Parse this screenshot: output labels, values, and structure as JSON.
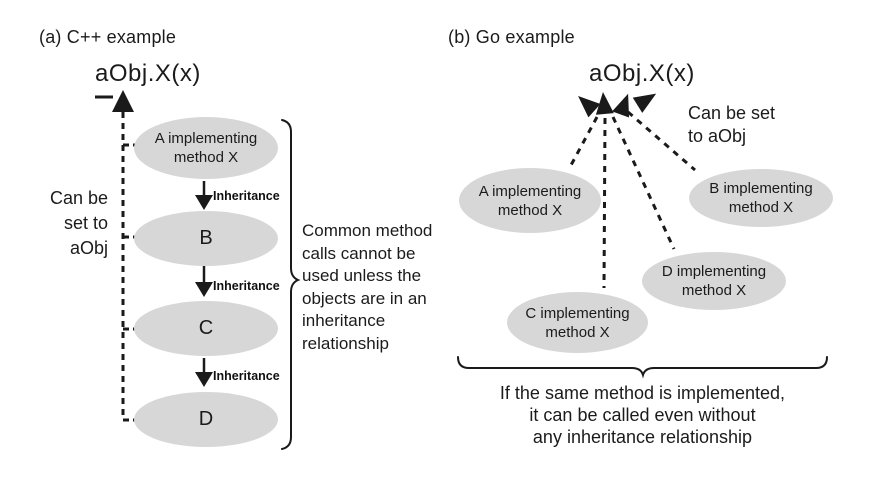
{
  "figure": {
    "kind": "comparison-diagram",
    "colors": {
      "background": "#ffffff",
      "ellipse_fill": "#d7d7d7",
      "line": "#1a1a1a",
      "text": "#1b1b1b"
    },
    "panels": {
      "left": {
        "title": "(a) C++ example",
        "caller": "aObj.X(x)",
        "side_note": "Can be\nset to\naObj",
        "inheritance_label": "Inheritance",
        "nodes": [
          {
            "id": "A",
            "label": "A implementing\nmethod X"
          },
          {
            "id": "B",
            "label": "B"
          },
          {
            "id": "C",
            "label": "C"
          },
          {
            "id": "D",
            "label": "D"
          }
        ],
        "brace_note": "Common method\ncalls cannot be\nused unless the\nobjects are in an\ninheritance\nrelationship"
      },
      "right": {
        "title": "(b) Go example",
        "caller": "aObj.X(x)",
        "side_note": "Can be set\nto aObj",
        "nodes": [
          {
            "id": "A",
            "label": "A implementing\nmethod X"
          },
          {
            "id": "B",
            "label": "B implementing\nmethod X"
          },
          {
            "id": "D",
            "label": "D implementing\nmethod X"
          },
          {
            "id": "C",
            "label": "C implementing\nmethod X"
          }
        ],
        "brace_note": "If the same method is implemented,\nit can be called even without\nany inheritance relationship"
      }
    }
  }
}
